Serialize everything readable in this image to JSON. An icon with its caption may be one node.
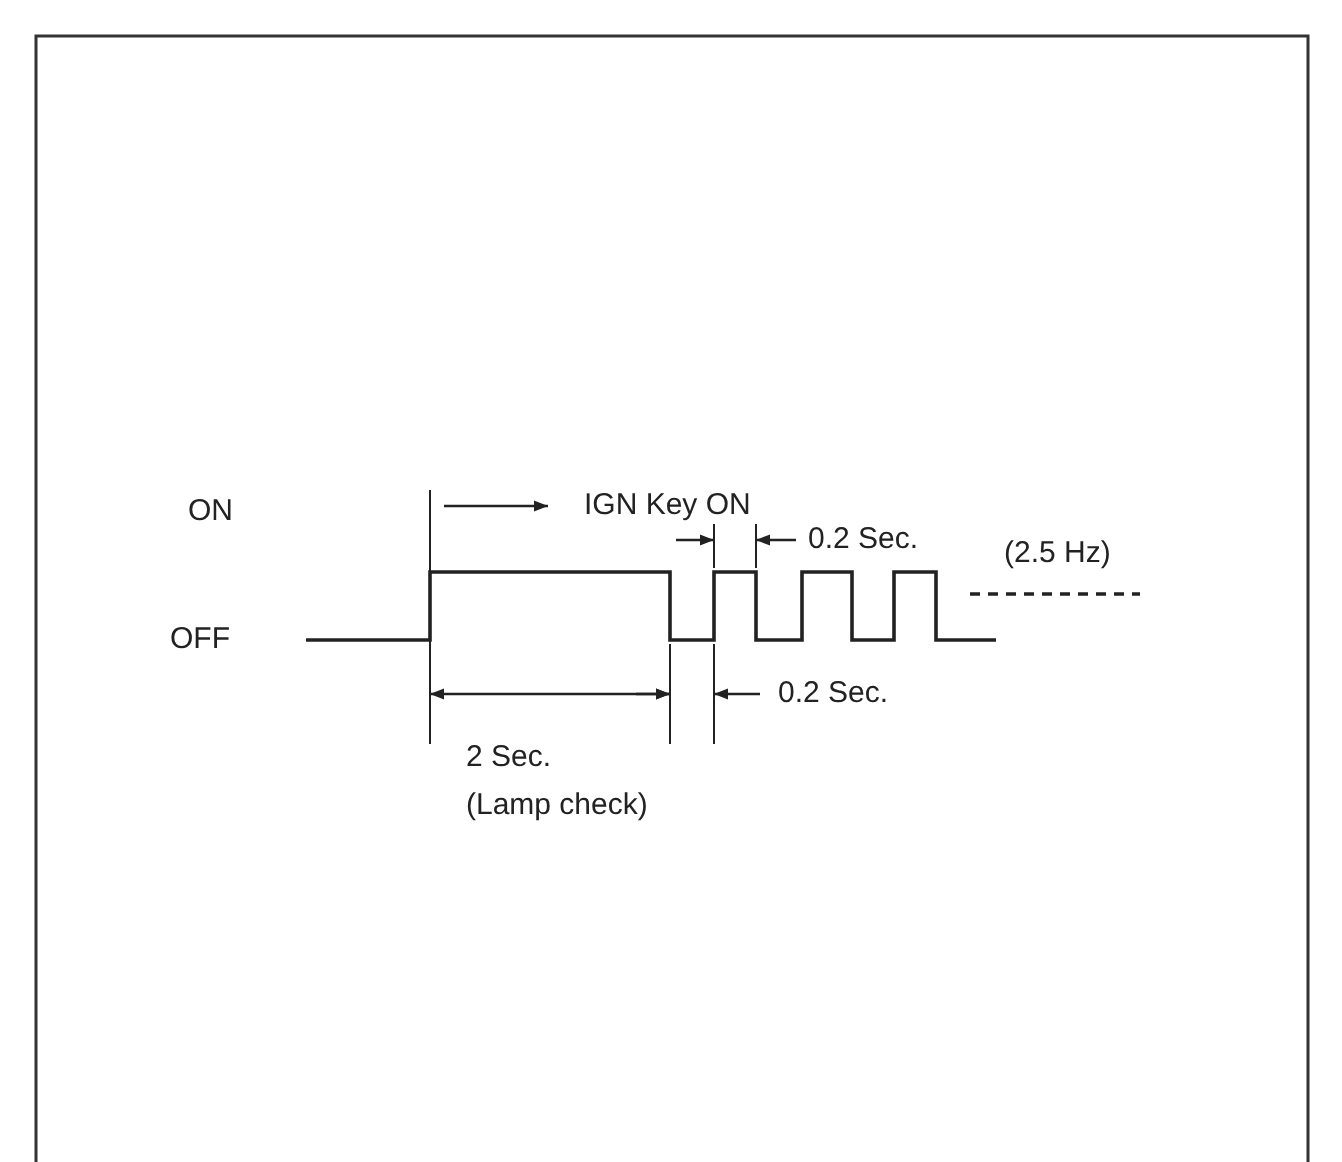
{
  "diagram": {
    "labels": [
      "IGN Key ON",
      "0.2 Sec.",
      "ON",
      "(2.5 Hz)",
      "OFF",
      "0.2 Sec.",
      "2 Sec.",
      "(Lamp check)"
    ]
  }
}
